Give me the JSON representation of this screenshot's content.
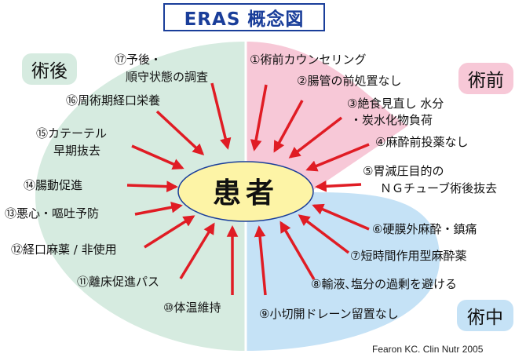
{
  "title": "ERAS 概念図",
  "center_label": "患者",
  "phases": {
    "post": "術後",
    "pre": "術前",
    "intra": "術中"
  },
  "items": [
    "①術前カウンセリング",
    "②腸管の前処置なし",
    "③絶食見直し 水分",
    "・炭水化物負荷",
    "④麻酔前投薬なし",
    "⑤胃減圧目的の",
    "ＮＧチューブ術後抜去",
    "⑥硬膜外麻酔・鎮痛",
    "⑦短時間作用型麻酔薬",
    "⑧輸液､塩分の過剰を避ける",
    "⑨小切開ドレーン留置なし",
    "⑩体温維持",
    "⑪離床促進パス",
    "⑫経口麻薬 / 非使用",
    "⑬悪心・嘔吐予防",
    "⑭腸動促進",
    "⑮カテーテル",
    "早期抜去",
    "⑯周術期経口栄養",
    "⑰予後・",
    "順守状態の調査"
  ],
  "citation": "Fearon KC. Clin Nutr 2005",
  "colors": {
    "post_region": "#d6ebe0",
    "pre_region": "#f7c8d7",
    "intra_region": "#c5e2f6",
    "center": "#fdf4a6",
    "arrow": "#e01c24",
    "title": "#1a3e9a"
  }
}
